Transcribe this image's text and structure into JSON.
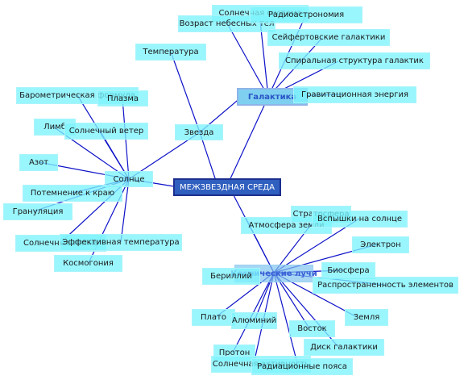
{
  "diagram": {
    "root": "МЕЖЗВЕЗДНАЯ СРЕДА",
    "hubs": {
      "galaxy": "Галактика",
      "sun": "Солнце",
      "star": "Звезда",
      "cosmic_rays": "Космические лучи"
    },
    "galaxy_branches": [
      "Солнечная система",
      "Возраст небесных тел",
      "Радиоастрономия",
      "Сейфертовские галактики",
      "Спиральная структура галактик",
      "Гравитационная энергия"
    ],
    "star_branches": [
      "Температура"
    ],
    "sun_branches": [
      "Барометрическая формула",
      "Плазма",
      "Лимб",
      "Солнечный ветер",
      "Азот",
      "Потемнение к краю",
      "Грануляция",
      "Солнечные пятна",
      "Эффективная температура",
      "Космогония"
    ],
    "cosmic_branches": [
      "Атмосфера земли",
      "Стратосфера",
      "Вспышки на солнце",
      "Электрон",
      "Бериллий",
      "Биосфера",
      "Распространенность элементов",
      "Плато",
      "Алюминий",
      "Земля",
      "Восток",
      "Протон",
      "Диск галактики",
      "Солнечная активность",
      "Радиационные пояса"
    ],
    "colors": {
      "link": "#0d12c8",
      "node_fill": "#7df4fc",
      "root_fill": "#2f5fbf",
      "hub_fill": "#7fd0f0"
    }
  }
}
